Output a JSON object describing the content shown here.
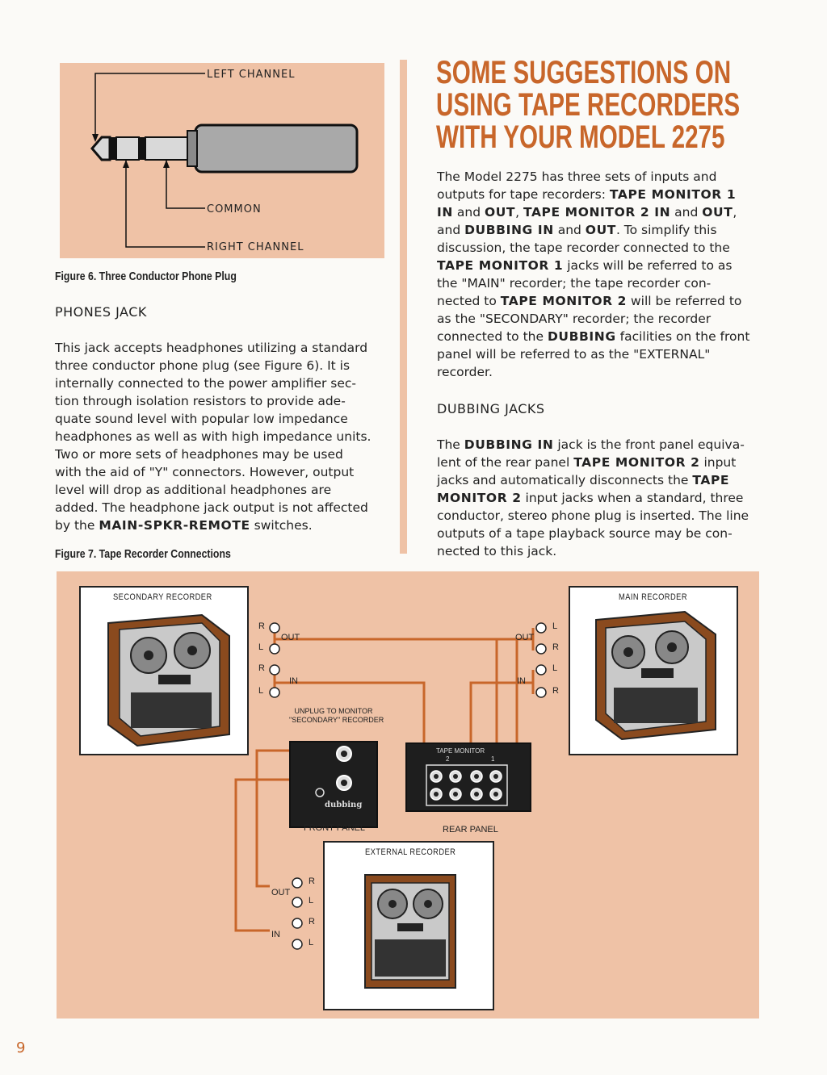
{
  "figure6": {
    "labels": {
      "left": "LEFT CHANNEL",
      "common": "COMMON",
      "right": "RIGHT CHANNEL"
    },
    "caption": "Figure 6. Three Conductor Phone Plug"
  },
  "phones": {
    "heading": "PHONES JACK",
    "lines": [
      "This jack accepts headphones utilizing a standard",
      "three conductor phone plug (see Figure 6). It is",
      "internally connected to the power amplifier sec-",
      "tion through isolation resistors to provide ade-",
      "quate sound level with popular low impedance",
      "headphones as well as with high impedance units.",
      "Two or more sets of headphones may be used",
      "with the aid of \"Y\" connectors. However, output",
      "level will drop as additional headphones are",
      "added. The headphone jack output is not affected"
    ],
    "last_pre": "by the ",
    "last_bold": "MAIN-SPKR-REMOTE",
    "last_post": " switches."
  },
  "figure7_caption": "Figure 7. Tape Recorder Connections",
  "title_lines": [
    "SOME SUGGESTIONS ON",
    "USING TAPE RECORDERS",
    "WITH YOUR MODEL 2275"
  ],
  "intro": {
    "lines": [
      [
        [
          "n",
          "The Model 2275 has three sets of inputs and"
        ]
      ],
      [
        [
          "n",
          "outputs for tape recorders: "
        ],
        [
          "b",
          "TAPE MONITOR 1"
        ]
      ],
      [
        [
          "b",
          "IN"
        ],
        [
          "n",
          " and "
        ],
        [
          "b",
          "OUT"
        ],
        [
          "n",
          ", "
        ],
        [
          "b",
          "TAPE MONITOR 2 IN"
        ],
        [
          "n",
          " and "
        ],
        [
          "b",
          "OUT"
        ],
        [
          "n",
          ","
        ]
      ],
      [
        [
          "n",
          "and "
        ],
        [
          "b",
          "DUBBING IN"
        ],
        [
          "n",
          " and "
        ],
        [
          "b",
          "OUT"
        ],
        [
          "n",
          ". To simplify this"
        ]
      ],
      [
        [
          "n",
          "discussion, the tape recorder connected to the"
        ]
      ],
      [
        [
          "b",
          "TAPE MONITOR 1"
        ],
        [
          "n",
          " jacks will be referred to as"
        ]
      ],
      [
        [
          "n",
          "the \"MAIN\" recorder; the tape recorder con-"
        ]
      ],
      [
        [
          "n",
          "nected to "
        ],
        [
          "b",
          "TAPE MONITOR 2"
        ],
        [
          "n",
          " will be referred to"
        ]
      ],
      [
        [
          "n",
          "as the \"SECONDARY\" recorder; the recorder"
        ]
      ],
      [
        [
          "n",
          "connected to the "
        ],
        [
          "b",
          "DUBBING"
        ],
        [
          "n",
          " facilities on the front"
        ]
      ],
      [
        [
          "n",
          "panel will be referred to as the \"EXTERNAL\""
        ]
      ],
      [
        [
          "n",
          "recorder."
        ]
      ]
    ]
  },
  "dubbing": {
    "heading": "DUBBING JACKS",
    "lines": [
      [
        [
          "n",
          "The "
        ],
        [
          "b",
          "DUBBING IN"
        ],
        [
          "n",
          " jack is the front panel equiva-"
        ]
      ],
      [
        [
          "n",
          "lent of the rear panel "
        ],
        [
          "b",
          "TAPE MONITOR 2"
        ],
        [
          "n",
          " input"
        ]
      ],
      [
        [
          "n",
          "jacks and automatically disconnects the "
        ],
        [
          "b",
          "TAPE"
        ]
      ],
      [
        [
          "b",
          "MONITOR 2"
        ],
        [
          "n",
          " input jacks when a standard, three"
        ]
      ],
      [
        [
          "n",
          "conductor, stereo phone plug is inserted. The line"
        ]
      ],
      [
        [
          "n",
          "outputs of a tape playback source may be con-"
        ]
      ],
      [
        [
          "n",
          "nected to this jack."
        ]
      ]
    ]
  },
  "figure7": {
    "secondary": "SECONDARY RECORDER",
    "main": "MAIN RECORDER",
    "external": "EXTERNAL RECORDER",
    "front_panel": "FRONT PANEL",
    "rear_panel": "REAR PANEL",
    "unplug": [
      "UNPLUG TO MONITOR",
      "\"SECONDARY\" RECORDER"
    ],
    "out": "OUT",
    "in": "IN",
    "r": "R",
    "l": "L",
    "dubbing_logo": "dubbing",
    "tape_monitor": "TAPE MONITOR",
    "m2": "2",
    "m1": "1"
  },
  "page_number": "9",
  "colors": {
    "accent": "#c8662a",
    "panel": "#efc2a6",
    "wire": "#c8662a"
  }
}
